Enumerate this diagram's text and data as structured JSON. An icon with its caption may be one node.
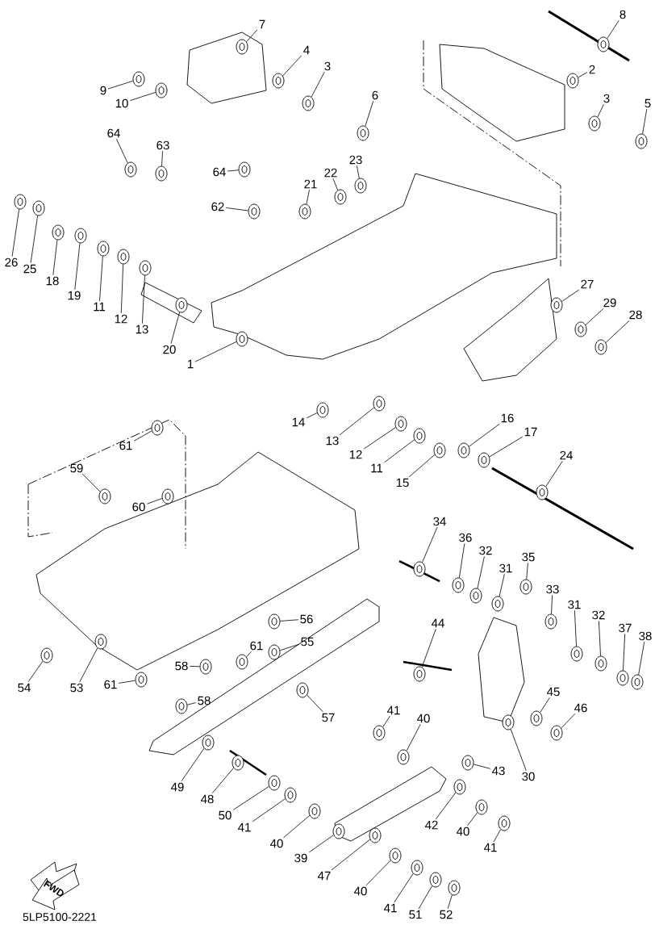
{
  "diagram": {
    "nodes": [
      {
        "text": [
          "7"
        ]
      },
      {
        "text": [
          "8"
        ]
      },
      {
        "text": [
          "4"
        ]
      },
      {
        "text": [
          "3"
        ]
      },
      {
        "text": [
          "2"
        ]
      },
      {
        "text": [
          "6"
        ]
      },
      {
        "text": [
          "3"
        ]
      },
      {
        "text": [
          "5"
        ]
      },
      {
        "text": [
          "9"
        ]
      },
      {
        "text": [
          "10"
        ]
      },
      {
        "text": [
          "64"
        ]
      },
      {
        "text": [
          "63"
        ]
      },
      {
        "text": [
          "64"
        ]
      },
      {
        "text": [
          "23"
        ]
      },
      {
        "text": [
          "22"
        ]
      },
      {
        "text": [
          "21"
        ]
      },
      {
        "text": [
          "62"
        ]
      },
      {
        "text": [
          "26"
        ]
      },
      {
        "text": [
          "25"
        ]
      },
      {
        "text": [
          "18"
        ]
      },
      {
        "text": [
          "19"
        ]
      },
      {
        "text": [
          "11"
        ]
      },
      {
        "text": [
          "12"
        ]
      },
      {
        "text": [
          "13"
        ]
      },
      {
        "text": [
          "20"
        ]
      },
      {
        "text": [
          "1"
        ]
      },
      {
        "text": [
          "27"
        ]
      },
      {
        "text": [
          "29"
        ]
      },
      {
        "text": [
          "28"
        ]
      },
      {
        "text": [
          "14"
        ]
      },
      {
        "text": [
          "13"
        ]
      },
      {
        "text": [
          "12"
        ]
      },
      {
        "text": [
          "11"
        ]
      },
      {
        "text": [
          "15"
        ]
      },
      {
        "text": [
          "16"
        ]
      },
      {
        "text": [
          "17"
        ]
      },
      {
        "text": [
          "24"
        ]
      },
      {
        "text": [
          "61"
        ]
      },
      {
        "text": [
          "59"
        ]
      },
      {
        "text": [
          "60"
        ]
      },
      {
        "text": [
          "34"
        ]
      },
      {
        "text": [
          "36"
        ]
      },
      {
        "text": [
          "32"
        ]
      },
      {
        "text": [
          "31"
        ]
      },
      {
        "text": [
          "35"
        ]
      },
      {
        "text": [
          "33"
        ]
      },
      {
        "text": [
          "31"
        ]
      },
      {
        "text": [
          "32"
        ]
      },
      {
        "text": [
          "37"
        ]
      },
      {
        "text": [
          "38"
        ]
      },
      {
        "text": [
          "56"
        ]
      },
      {
        "text": [
          "55"
        ]
      },
      {
        "text": [
          "61"
        ]
      },
      {
        "text": [
          "44"
        ]
      },
      {
        "text": [
          "58"
        ]
      },
      {
        "text": [
          "58"
        ]
      },
      {
        "text": [
          "57"
        ]
      },
      {
        "text": [
          "54"
        ]
      },
      {
        "text": [
          "53"
        ]
      },
      {
        "text": [
          "61"
        ]
      },
      {
        "text": [
          "41"
        ]
      },
      {
        "text": [
          "40"
        ]
      },
      {
        "text": [
          "45"
        ]
      },
      {
        "text": [
          "46"
        ]
      },
      {
        "text": [
          "43"
        ]
      },
      {
        "text": [
          "30"
        ]
      },
      {
        "text": [
          "49"
        ]
      },
      {
        "text": [
          "48"
        ]
      },
      {
        "text": [
          "50"
        ]
      },
      {
        "text": [
          "41"
        ]
      },
      {
        "text": [
          "42"
        ]
      },
      {
        "text": [
          "40"
        ]
      },
      {
        "text": [
          "41"
        ]
      },
      {
        "text": [
          "40"
        ]
      },
      {
        "text": [
          "39"
        ]
      },
      {
        "text": [
          "47"
        ]
      },
      {
        "text": [
          "40"
        ]
      },
      {
        "text": [
          "41"
        ]
      },
      {
        "text": [
          "51"
        ]
      },
      {
        "text": [
          "52"
        ]
      },
      {
        "text": [],
        "shape": "picture"
      },
      {
        "text": [],
        "shape": "picture"
      },
      {
        "text": [],
        "shape": "picture"
      },
      {
        "text": [],
        "shape": "picture"
      },
      {
        "text": [],
        "shape": "picture"
      },
      {
        "text": [],
        "shape": "picture"
      },
      {
        "text": [],
        "shape": "picture"
      },
      {
        "text": [],
        "shape": "picture"
      },
      {
        "text": [],
        "shape": "picture"
      },
      {
        "text": [],
        "shape": "picture"
      },
      {
        "text": [],
        "shape": "picture"
      },
      {
        "text": [],
        "shape": "picture"
      },
      {
        "text": [],
        "shape": "picture"
      },
      {
        "text": [],
        "shape": "picture"
      },
      {
        "text": [],
        "shape": "picture"
      },
      {
        "text": [],
        "shape": "picture"
      },
      {
        "text": [],
        "shape": "picture"
      },
      {
        "text": [],
        "shape": "picture"
      },
      {
        "text": [],
        "shape": "picture"
      },
      {
        "text": [],
        "shape": "picture"
      },
      {
        "text": [],
        "shape": "picture"
      },
      {
        "text": [],
        "shape": "picture"
      },
      {
        "text": [],
        "shape": "picture"
      },
      {
        "text": [],
        "shape": "picture"
      },
      {
        "text": [],
        "shape": "picture"
      },
      {
        "text": [],
        "shape": "picture"
      },
      {
        "text": [],
        "shape": "picture"
      },
      {
        "text": [],
        "shape": "picture"
      },
      {
        "text": [],
        "shape": "picture"
      },
      {
        "text": [],
        "shape": "picture"
      },
      {
        "text": [],
        "shape": "picture"
      },
      {
        "text": [],
        "shape": "picture"
      },
      {
        "text": [],
        "shape": "picture"
      },
      {
        "text": [],
        "shape": "picture"
      },
      {
        "text": [],
        "shape": "picture"
      },
      {
        "text": [],
        "shape": "picture"
      },
      {
        "text": [],
        "shape": "picture"
      },
      {
        "text": [],
        "shape": "picture"
      },
      {
        "text": [],
        "shape": "picture"
      },
      {
        "text": [],
        "shape": "picture"
      },
      {
        "text": [],
        "shape": "picture"
      },
      {
        "text": [],
        "shape": "picture"
      },
      {
        "text": [],
        "shape": "picture"
      },
      {
        "text": [],
        "shape": "picture"
      },
      {
        "text": [],
        "shape": "picture"
      },
      {
        "text": [],
        "shape": "picture"
      },
      {
        "text": [],
        "shape": "picture"
      },
      {
        "text": [],
        "shape": "picture"
      },
      {
        "text": [],
        "shape": "picture"
      },
      {
        "text": [],
        "shape": "picture"
      },
      {
        "text": [],
        "shape": "picture"
      },
      {
        "text": [],
        "shape": "picture"
      },
      {
        "text": [],
        "shape": "picture"
      },
      {
        "text": [],
        "shape": "picture"
      },
      {
        "text": [],
        "shape": "picture"
      },
      {
        "text": [],
        "shape": "picture"
      },
      {
        "text": [],
        "shape": "picture"
      },
      {
        "text": [],
        "shape": "picture"
      },
      {
        "text": [],
        "shape": "picture"
      },
      {
        "text": [],
        "shape": "picture"
      },
      {
        "text": [],
        "shape": "picture"
      },
      {
        "text": [],
        "shape": "picture"
      },
      {
        "text": [],
        "shape": "picture"
      },
      {
        "text": [],
        "shape": "picture"
      },
      {
        "text": [],
        "shape": "picture"
      },
      {
        "text": [],
        "shape": "picture"
      },
      {
        "text": [],
        "shape": "picture"
      },
      {
        "text": [],
        "shape": "picture"
      },
      {
        "text": [],
        "shape": "picture"
      },
      {
        "text": [],
        "shape": "picture"
      },
      {
        "text": [],
        "shape": "picture"
      },
      {
        "text": [],
        "shape": "picture"
      },
      {
        "text": [],
        "shape": "picture"
      },
      {
        "text": [],
        "shape": "picture"
      },
      {
        "text": [],
        "shape": "picture"
      },
      {
        "text": [],
        "shape": "picture"
      },
      {
        "text": [],
        "shape": "picture"
      },
      {
        "text": [],
        "shape": "picture"
      },
      {
        "text": [],
        "shape": "picture"
      },
      {
        "text": [],
        "shape": "picture"
      }
    ],
    "edges": [
      {
        "from": 0,
        "to": 80,
        "arrow": "none"
      },
      {
        "from": 1,
        "to": 81,
        "arrow": "none"
      },
      {
        "from": 2,
        "to": 82,
        "arrow": "none"
      },
      {
        "from": 3,
        "to": 83,
        "arrow": "none"
      },
      {
        "from": 4,
        "to": 84,
        "arrow": "none"
      },
      {
        "from": 5,
        "to": 85,
        "arrow": "none"
      },
      {
        "from": 6,
        "to": 86,
        "arrow": "none"
      },
      {
        "from": 7,
        "to": 87,
        "arrow": "none"
      },
      {
        "from": 8,
        "to": 88,
        "arrow": "none"
      },
      {
        "from": 9,
        "to": 89,
        "arrow": "none"
      },
      {
        "from": 10,
        "to": 90,
        "arrow": "none"
      },
      {
        "from": 11,
        "to": 91,
        "arrow": "none"
      },
      {
        "from": 12,
        "to": 92,
        "arrow": "none"
      },
      {
        "from": 13,
        "to": 93,
        "arrow": "none"
      },
      {
        "from": 14,
        "to": 94,
        "arrow": "none"
      },
      {
        "from": 15,
        "to": 95,
        "arrow": "none"
      },
      {
        "from": 16,
        "to": 96,
        "arrow": "none"
      },
      {
        "from": 17,
        "to": 97,
        "arrow": "none"
      },
      {
        "from": 18,
        "to": 98,
        "arrow": "none"
      },
      {
        "from": 19,
        "to": 99,
        "arrow": "none"
      },
      {
        "from": 20,
        "to": 100,
        "arrow": "none"
      },
      {
        "from": 21,
        "to": 101,
        "arrow": "none"
      },
      {
        "from": 22,
        "to": 102,
        "arrow": "none"
      },
      {
        "from": 23,
        "to": 103,
        "arrow": "none"
      },
      {
        "from": 24,
        "to": 104,
        "arrow": "none"
      },
      {
        "from": 25,
        "to": 105,
        "arrow": "none"
      },
      {
        "from": 26,
        "to": 106,
        "arrow": "none"
      },
      {
        "from": 27,
        "to": 107,
        "arrow": "none"
      },
      {
        "from": 28,
        "to": 108,
        "arrow": "none"
      },
      {
        "from": 29,
        "to": 109,
        "arrow": "none"
      },
      {
        "from": 30,
        "to": 110,
        "arrow": "none"
      },
      {
        "from": 31,
        "to": 111,
        "arrow": "none"
      },
      {
        "from": 32,
        "to": 112,
        "arrow": "none"
      },
      {
        "from": 33,
        "to": 113,
        "arrow": "none"
      },
      {
        "from": 34,
        "to": 114,
        "arrow": "none"
      },
      {
        "from": 35,
        "to": 115,
        "arrow": "none"
      },
      {
        "from": 36,
        "to": 116,
        "arrow": "none"
      },
      {
        "from": 37,
        "to": 117,
        "arrow": "none"
      },
      {
        "from": 38,
        "to": 118,
        "arrow": "none"
      },
      {
        "from": 39,
        "to": 119,
        "arrow": "none"
      },
      {
        "from": 40,
        "to": 120,
        "arrow": "none"
      },
      {
        "from": 41,
        "to": 121,
        "arrow": "none"
      },
      {
        "from": 42,
        "to": 122,
        "arrow": "none"
      },
      {
        "from": 43,
        "to": 123,
        "arrow": "none"
      },
      {
        "from": 44,
        "to": 124,
        "arrow": "none"
      },
      {
        "from": 45,
        "to": 125,
        "arrow": "none"
      },
      {
        "from": 46,
        "to": 126,
        "arrow": "none"
      },
      {
        "from": 47,
        "to": 127,
        "arrow": "none"
      },
      {
        "from": 48,
        "to": 128,
        "arrow": "none"
      },
      {
        "from": 49,
        "to": 129,
        "arrow": "none"
      },
      {
        "from": 50,
        "to": 130,
        "arrow": "none"
      },
      {
        "from": 51,
        "to": 131,
        "arrow": "none"
      },
      {
        "from": 52,
        "to": 132,
        "arrow": "none"
      },
      {
        "from": 53,
        "to": 133,
        "arrow": "none"
      },
      {
        "from": 54,
        "to": 134,
        "arrow": "none"
      },
      {
        "from": 55,
        "to": 135,
        "arrow": "none"
      },
      {
        "from": 56,
        "to": 136,
        "arrow": "none"
      },
      {
        "from": 57,
        "to": 137,
        "arrow": "none"
      },
      {
        "from": 58,
        "to": 138,
        "arrow": "none"
      },
      {
        "from": 59,
        "to": 139,
        "arrow": "none"
      },
      {
        "from": 60,
        "to": 140,
        "arrow": "none"
      },
      {
        "from": 61,
        "to": 141,
        "arrow": "none"
      },
      {
        "from": 62,
        "to": 142,
        "arrow": "none"
      },
      {
        "from": 63,
        "to": 143,
        "arrow": "none"
      },
      {
        "from": 64,
        "to": 144,
        "arrow": "none"
      },
      {
        "from": 65,
        "to": 145,
        "arrow": "none"
      },
      {
        "from": 66,
        "to": 146,
        "arrow": "none"
      },
      {
        "from": 67,
        "to": 147,
        "arrow": "none"
      },
      {
        "from": 68,
        "to": 148,
        "arrow": "none"
      },
      {
        "from": 69,
        "to": 149,
        "arrow": "none"
      },
      {
        "from": 70,
        "to": 150,
        "arrow": "none"
      },
      {
        "from": 71,
        "to": 151,
        "arrow": "none"
      },
      {
        "from": 72,
        "to": 152,
        "arrow": "none"
      },
      {
        "from": 73,
        "to": 153,
        "arrow": "none"
      },
      {
        "from": 74,
        "to": 154,
        "arrow": "none"
      },
      {
        "from": 75,
        "to": 155,
        "arrow": "none"
      },
      {
        "from": 76,
        "to": 156,
        "arrow": "none"
      },
      {
        "from": 77,
        "to": 157,
        "arrow": "none"
      },
      {
        "from": 78,
        "to": 158,
        "arrow": "none"
      },
      {
        "from": 79,
        "to": 159,
        "arrow": "none"
      }
    ],
    "labels": [
      "FWD",
      "5LP5100-2221"
    ]
  }
}
